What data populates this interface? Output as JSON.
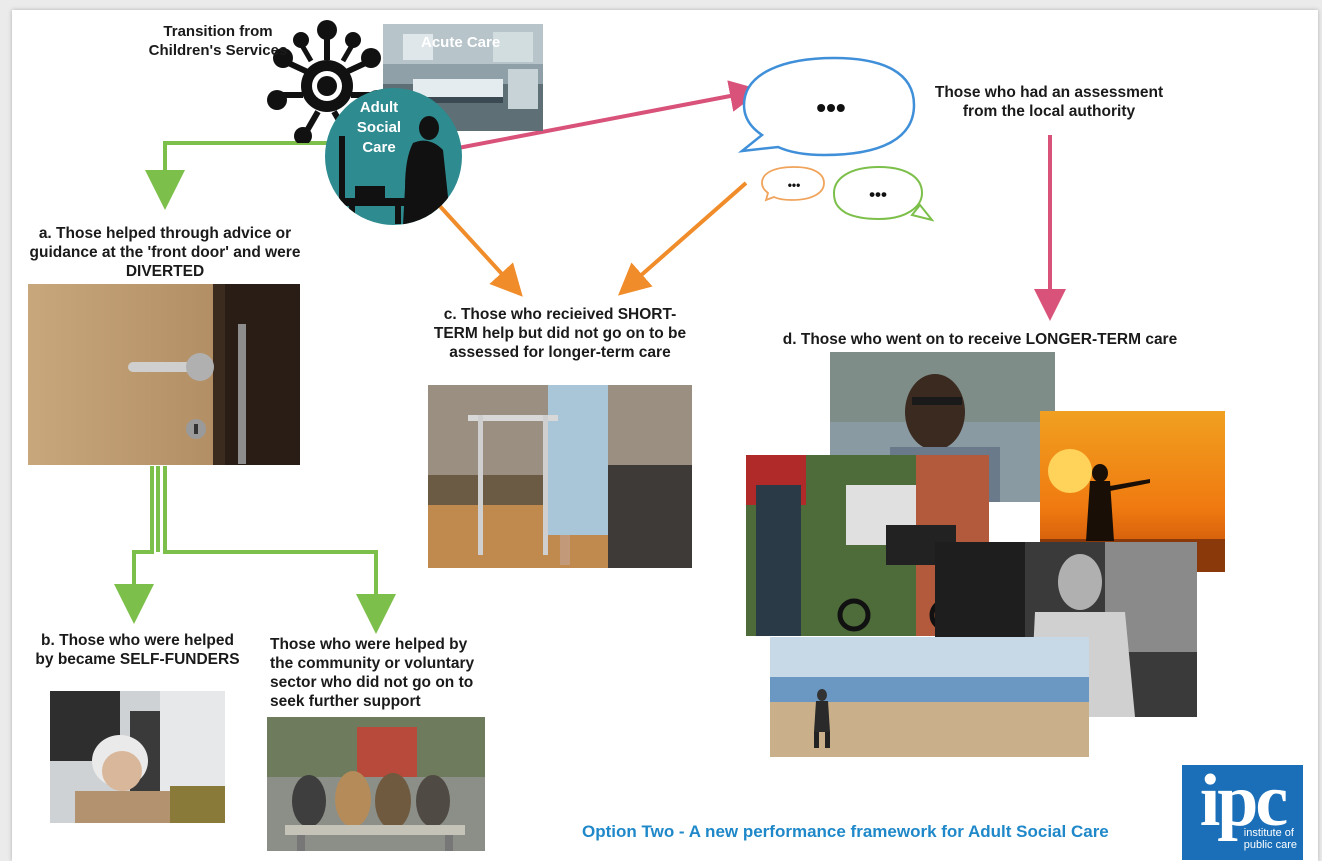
{
  "transition_label": "Transition from Children's Services",
  "acute_care_label": "Acute Care",
  "adult_social_care_label": "Adult Social Care",
  "assessment_label": "Those who had an assessment from the local authority",
  "bubble_text": "•••",
  "label_a": "a. Those helped through advice or guidance at the 'front door' and were DIVERTED",
  "label_b": "b. Those who were helped by became SELF-FUNDERS",
  "label_community": "Those who were helped by the community or voluntary sector who did not go on to seek further support",
  "label_c": "c. Those who recieived SHORT-TERM help but did not go on to be assessed for longer-term care",
  "label_d": "d. Those who went on to receive LONGER-TERM care",
  "footer_title": "Option Two - A new performance framework for Adult Social Care",
  "logo": {
    "mark": "ipc",
    "line1": "institute of",
    "line2": "public care"
  },
  "colors": {
    "green_arrow": "#7cbf4a",
    "orange_arrow": "#f08c2a",
    "pink_arrow": "#d9527a",
    "teal_circle": "#2e8b8f",
    "blue_text": "#1f88c9"
  }
}
